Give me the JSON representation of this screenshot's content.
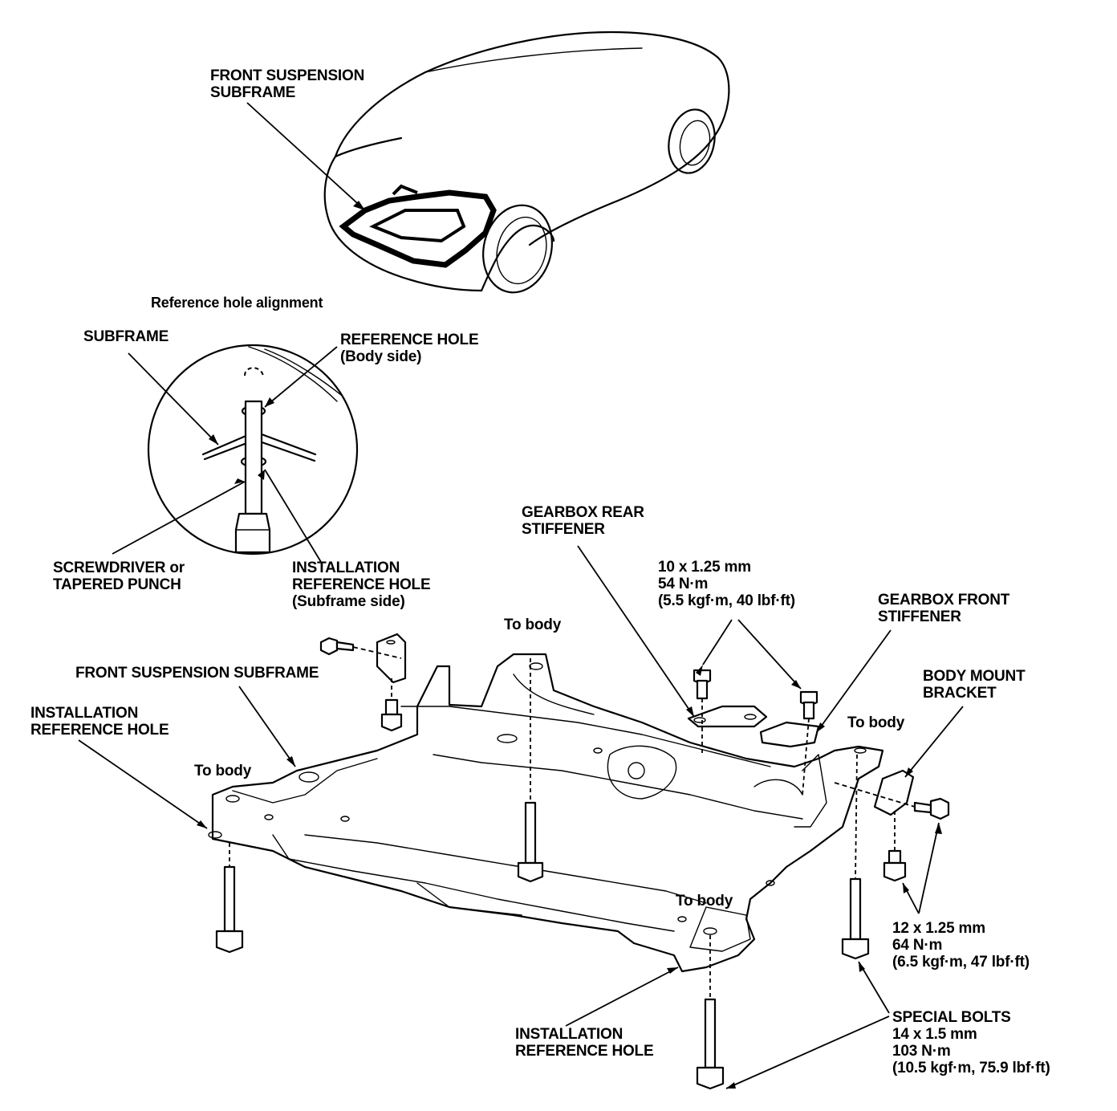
{
  "labels": {
    "car_subframe": [
      "FRONT SUSPENSION",
      "SUBFRAME"
    ],
    "inset_title": "Reference hole alignment",
    "subframe": "SUBFRAME",
    "reference_hole": [
      "REFERENCE HOLE",
      "(Body side)"
    ],
    "screwdriver": [
      "SCREWDRIVER or",
      "TAPERED PUNCH"
    ],
    "installation_ref_hole_inset": [
      "INSTALLATION",
      "REFERENCE HOLE",
      "(Subframe side)"
    ],
    "gearbox_rear": [
      "GEARBOX REAR",
      "STIFFENER"
    ],
    "torque_10": [
      "10 x 1.25 mm",
      "54 N·m",
      "(5.5 kgf·m, 40 lbf·ft)"
    ],
    "gearbox_front": [
      "GEARBOX FRONT",
      "STIFFENER"
    ],
    "to_body_1": "To body",
    "front_susp_subframe": "FRONT SUSPENSION SUBFRAME",
    "body_mount_bracket": [
      "BODY MOUNT",
      "BRACKET"
    ],
    "installation_ref_hole_left": [
      "INSTALLATION",
      "REFERENCE HOLE"
    ],
    "to_body_2": "To body",
    "to_body_3": "To body",
    "to_body_4": "To body",
    "torque_12": [
      "12 x 1.25 mm",
      "64 N·m",
      "(6.5 kgf·m, 47 lbf·ft)"
    ],
    "installation_ref_hole_bottom": [
      "INSTALLATION",
      "REFERENCE HOLE"
    ],
    "special_bolts": [
      "SPECIAL BOLTS",
      "14 x 1.5 mm",
      "103 N·m",
      "(10.5 kgf·m, 75.9 lbf·ft)"
    ]
  }
}
